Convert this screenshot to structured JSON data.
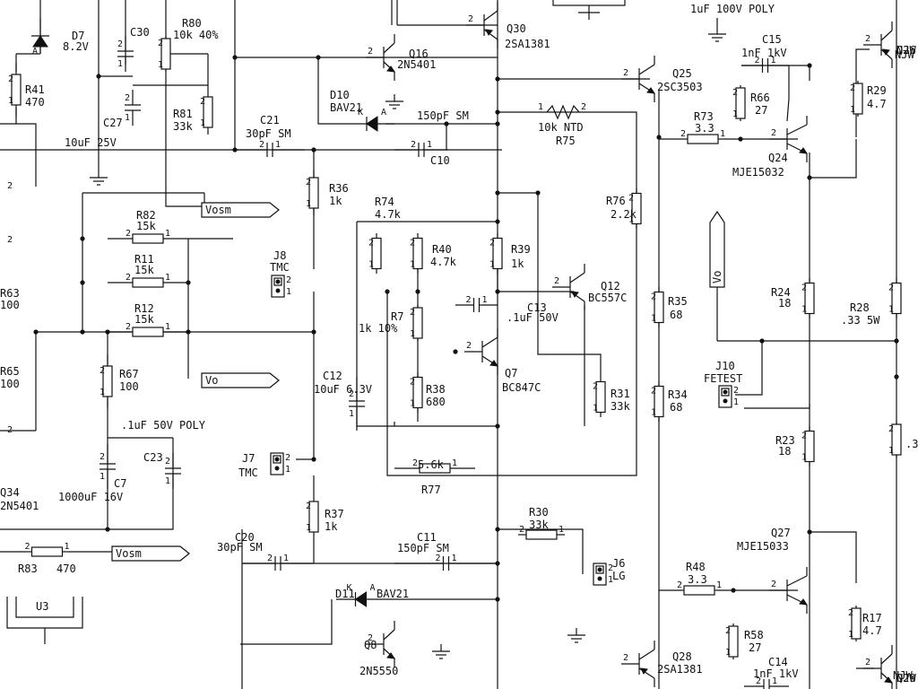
{
  "components": [
    {
      "ref": "D7",
      "value": "8.2V"
    },
    {
      "ref": "C30",
      "value": ""
    },
    {
      "ref": "R80",
      "value": "10k 40%"
    },
    {
      "ref": "R41",
      "value": "470"
    },
    {
      "ref": "C27",
      "value": "10uF 25V"
    },
    {
      "ref": "R81",
      "value": "33k"
    },
    {
      "ref": "Q16",
      "value": "2N5401"
    },
    {
      "ref": "D10",
      "value": "BAV21"
    },
    {
      "ref": "C21",
      "value": "30pF SM"
    },
    {
      "ref": "C10",
      "value": "150pF SM"
    },
    {
      "ref": "Q30",
      "value": "2SA1381"
    },
    {
      "ref": "Q25",
      "value": "2SC3503"
    },
    {
      "ref": "R75",
      "value": "10k NTD"
    },
    {
      "ref": "R73",
      "value": "3.3"
    },
    {
      "ref": "R66",
      "value": "27"
    },
    {
      "ref": "C15",
      "value": "1nF 1kV"
    },
    {
      "ref": "Q24",
      "value": "MJE15032"
    },
    {
      "ref": "R29",
      "value": "4.7"
    },
    {
      "ref": "R82",
      "value": "15k"
    },
    {
      "ref": "R11",
      "value": "15k"
    },
    {
      "ref": "R12",
      "value": "15k"
    },
    {
      "ref": "R36",
      "value": "1k"
    },
    {
      "ref": "J8",
      "value": "TMC"
    },
    {
      "ref": "R74",
      "value": "4.7k"
    },
    {
      "ref": "R40",
      "value": "4.7k"
    },
    {
      "ref": "R39",
      "value": "1k"
    },
    {
      "ref": "R7",
      "value": "1k 10%"
    },
    {
      "ref": "C13",
      "value": ".1uF 50V"
    },
    {
      "ref": "Q12",
      "value": "BC557C"
    },
    {
      "ref": "Q7",
      "value": "BC847C"
    },
    {
      "ref": "R38",
      "value": "680"
    },
    {
      "ref": "R76",
      "value": "2.2k"
    },
    {
      "ref": "R31",
      "value": "33k"
    },
    {
      "ref": "R35",
      "value": "68"
    },
    {
      "ref": "R34",
      "value": "68"
    },
    {
      "ref": "R24",
      "value": "18"
    },
    {
      "ref": "R28",
      "value": ".33 5W"
    },
    {
      "ref": "J10",
      "value": "FETEST"
    },
    {
      "ref": "R23",
      "value": "18"
    },
    {
      "ref": "R63",
      "value": "100"
    },
    {
      "ref": "R65",
      "value": "100"
    },
    {
      "ref": "R67",
      "value": "100"
    },
    {
      "ref": "C12",
      "value": "10uF 6.3V"
    },
    {
      "ref": "C7",
      "value": "1000uF 16V"
    },
    {
      "ref": "C23",
      "value": ".1uF 50V POLY"
    },
    {
      "ref": "R77",
      "value": "5.6k"
    },
    {
      "ref": "Q34",
      "value": "2N5401"
    },
    {
      "ref": "J7",
      "value": "TMC"
    },
    {
      "ref": "R37",
      "value": "1k"
    },
    {
      "ref": "R30",
      "value": "33k"
    },
    {
      "ref": "J6",
      "value": "LG"
    },
    {
      "ref": "Q27",
      "value": "MJE15033"
    },
    {
      "ref": "R83",
      "value": "470"
    },
    {
      "ref": "C20",
      "value": "30pF SM"
    },
    {
      "ref": "C11",
      "value": "150pF SM"
    },
    {
      "ref": "D11",
      "value": "BAV21"
    },
    {
      "ref": "Q8",
      "value": "2N5550"
    },
    {
      "ref": "R48",
      "value": "3.3"
    },
    {
      "ref": "R58",
      "value": "27"
    },
    {
      "ref": "C14",
      "value": "1nF 1kV"
    },
    {
      "ref": "R17",
      "value": "4.7"
    },
    {
      "ref": "Q28",
      "value": "2SA1381"
    },
    {
      "ref": "U3",
      "value": ""
    },
    {
      "ref": "Q26",
      "value": "NJW"
    },
    {
      "ref": "Q29",
      "value": "NJW"
    }
  ],
  "nets": {
    "vosm_top": "Vosm",
    "vo_mid": "Vo",
    "vosm_bottom": "Vosm",
    "vo_right": "Vo"
  },
  "fragments": {
    "c_poly_top": "1uF 100V POLY",
    "r_edge_right": ".3"
  },
  "pins": {
    "one": "1",
    "two": "2",
    "A": "A",
    "K": "K"
  }
}
